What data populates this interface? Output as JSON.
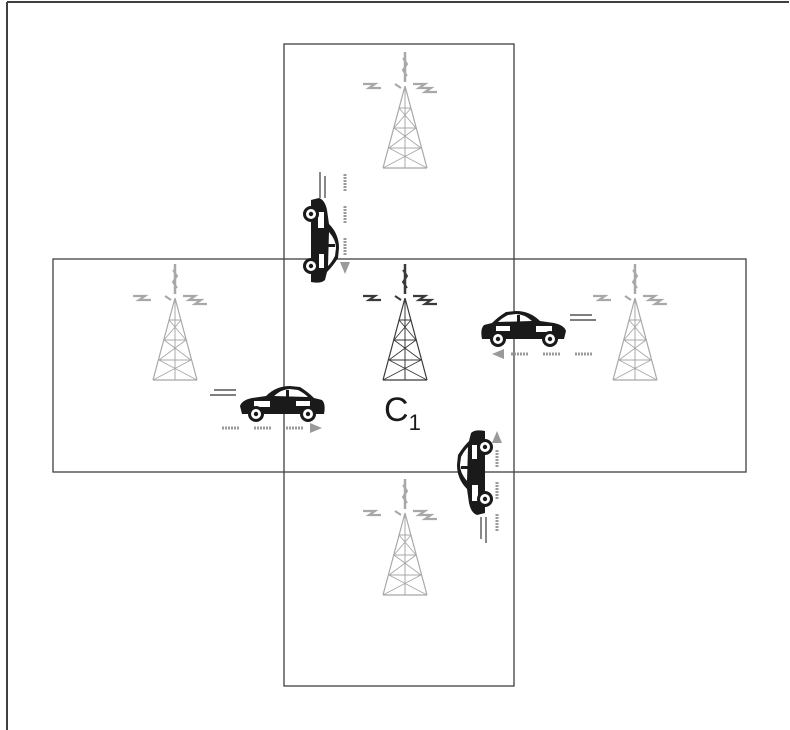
{
  "diagram": {
    "center_cell_label": {
      "main": "C",
      "subscript": "1"
    },
    "colors": {
      "background": "#ffffff",
      "frame": "#3f3f3f",
      "cell_border": "#404040",
      "center_tower": "#3a3a3a",
      "neighbor_tower": "#a8a8a8",
      "car_body": "#1a1a1a",
      "arrow": "#9a9a9a"
    },
    "cells": [
      {
        "id": "center"
      },
      {
        "id": "north"
      },
      {
        "id": "south"
      },
      {
        "id": "west"
      },
      {
        "id": "east"
      }
    ],
    "vehicles": [
      {
        "id": "west-car",
        "heading": "east"
      },
      {
        "id": "east-car",
        "heading": "west"
      },
      {
        "id": "north-car",
        "heading": "south"
      },
      {
        "id": "south-car",
        "heading": "north"
      }
    ]
  }
}
